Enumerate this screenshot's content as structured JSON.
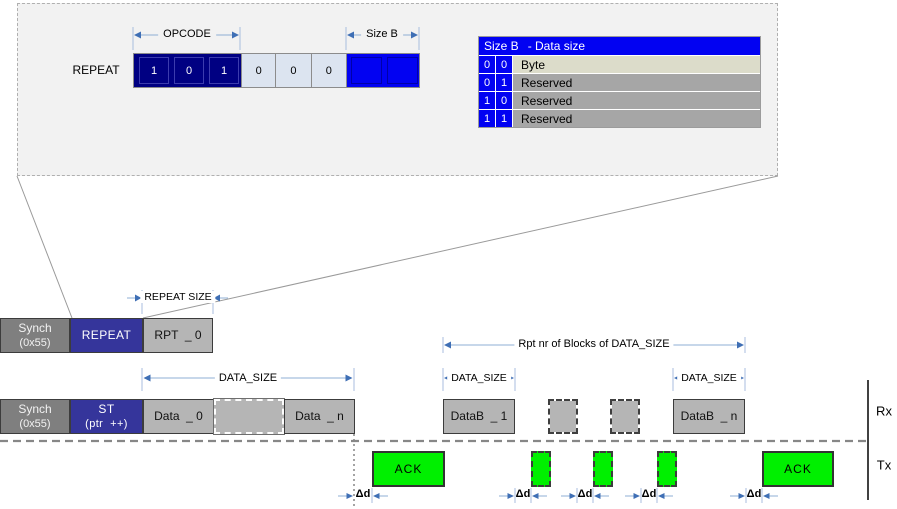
{
  "callout": {
    "register": {
      "row_label": "REPEAT",
      "opcode_label": "OPCODE",
      "sizeb_label": "Size B",
      "opcode_bits": [
        "1",
        "0",
        "1"
      ],
      "zero_bits": [
        "0",
        "0",
        "0"
      ]
    },
    "table": {
      "header": {
        "size_b": "Size B",
        "data_size": "- Data size"
      },
      "rows": [
        {
          "b1": "0",
          "b2": "0",
          "label": "Byte"
        },
        {
          "b1": "0",
          "b2": "1",
          "label": "Reserved"
        },
        {
          "b1": "1",
          "b2": "0",
          "label": "Reserved"
        },
        {
          "b1": "1",
          "b2": "1",
          "label": "Reserved"
        }
      ]
    }
  },
  "frames": {
    "synch": {
      "line1": "Synch",
      "line2": "(0x55)"
    },
    "row1": {
      "repeat": "REPEAT",
      "rpt0": "RPT  _ 0",
      "size_label": "REPEAT SIZE"
    },
    "row2": {
      "st_line1": "ST",
      "st_line2": "(ptr  ++)",
      "data0": "Data  _ 0",
      "data_n": "Data  _ n",
      "datab1": "DataB  _ 1",
      "databn": "DataB  _ n"
    }
  },
  "labels": {
    "data_size": "DATA_SIZE",
    "rpt_blocks": "Rpt nr of Blocks of DATA_SIZE",
    "delta": "Δd",
    "ack": "ACK",
    "rx": "Rx",
    "tx": "Tx"
  },
  "colors": {
    "accent_blue": "#0202f2",
    "opcode_navy": "#000082",
    "command_indigo": "#35359b",
    "zero_cell": "#dce4f0",
    "byte_row": "#dcdcca",
    "reserved_row": "#a6a6a6",
    "synch_gray": "#7f7f7f",
    "data_gray": "#b5b5b5",
    "ack_green": "#00f000",
    "dimension_blue": "#3f6fb5",
    "panel_bg": "#f2f2f2"
  }
}
